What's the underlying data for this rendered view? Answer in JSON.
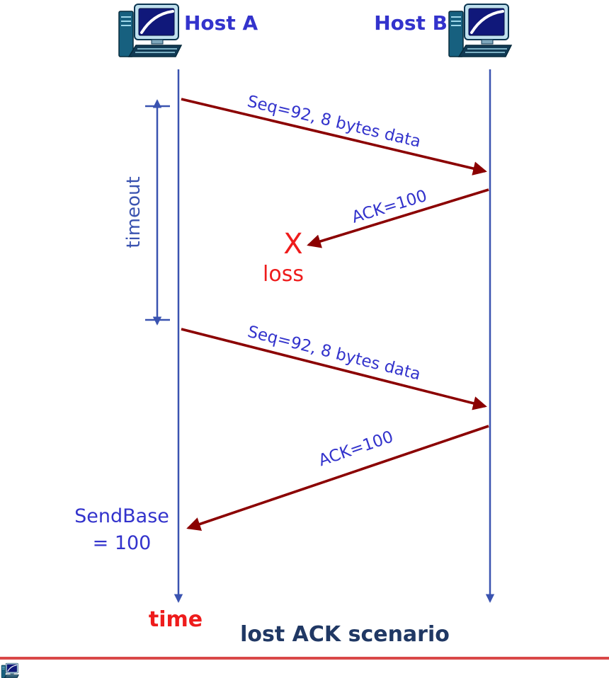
{
  "diagram": {
    "host_a": "Host A",
    "host_b": "Host B",
    "msg_seq_1": "Seq=92, 8 bytes data",
    "msg_ack_1": "ACK=100",
    "msg_seq_2": "Seq=92, 8 bytes data",
    "msg_ack_2": "ACK=100",
    "timeout": "timeout",
    "x_mark": "X",
    "loss": "loss",
    "sendbase_1": "SendBase",
    "sendbase_2": "= 100",
    "time": "time",
    "caption": "lost ACK scenario"
  },
  "colors": {
    "arrow_red": "#8b0000",
    "line_blue": "#3a53b0",
    "text_blue": "#3333cc",
    "accent_red": "#ee1c1c",
    "caption_navy": "#203864",
    "footer_rule": "#d94848"
  }
}
